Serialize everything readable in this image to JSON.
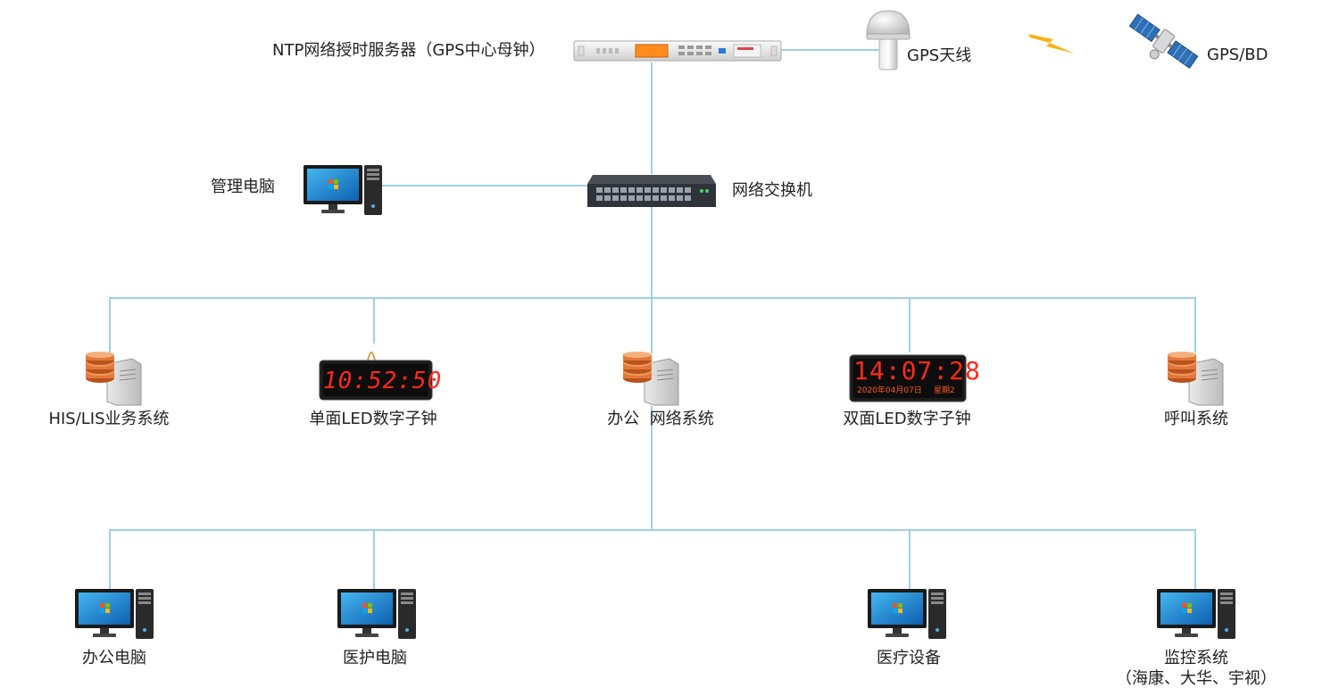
{
  "colors": {
    "line": "#9fd0e8",
    "led_red": "#ff2a1a",
    "screen_blue": "#1c8fd6",
    "server_orange": "#e2783a"
  },
  "top": {
    "ntp_server": "NTP网络授时服务器（GPS中心母钟）",
    "antenna": "GPS天线",
    "satellite": "GPS/BD"
  },
  "middle": {
    "mgmt_pc": "管理电脑",
    "switch": "网络交换机"
  },
  "tier1": [
    {
      "label": "HIS/LIS业务系统",
      "icon": "server-icon"
    },
    {
      "label": "单面LED数字子钟",
      "icon": "single-led-clock-icon",
      "display": "10:52:50"
    },
    {
      "label": "办公  网络系统",
      "icon": "server-icon"
    },
    {
      "label": "双面LED数字子钟",
      "icon": "double-led-clock-icon",
      "display": "14:07:28",
      "sub_date": "2020年04月07日",
      "sub_week": "星期2"
    },
    {
      "label": "呼叫系统",
      "icon": "server-icon"
    }
  ],
  "tier2": [
    {
      "label": "办公电脑",
      "icon": "desktop-pc-icon"
    },
    {
      "label": "医护电脑",
      "icon": "desktop-pc-icon"
    },
    {
      "label": "医疗设备",
      "icon": "desktop-pc-icon"
    },
    {
      "label": "监控系统",
      "sub": "（海康、大华、宇视）",
      "icon": "desktop-pc-icon"
    }
  ]
}
